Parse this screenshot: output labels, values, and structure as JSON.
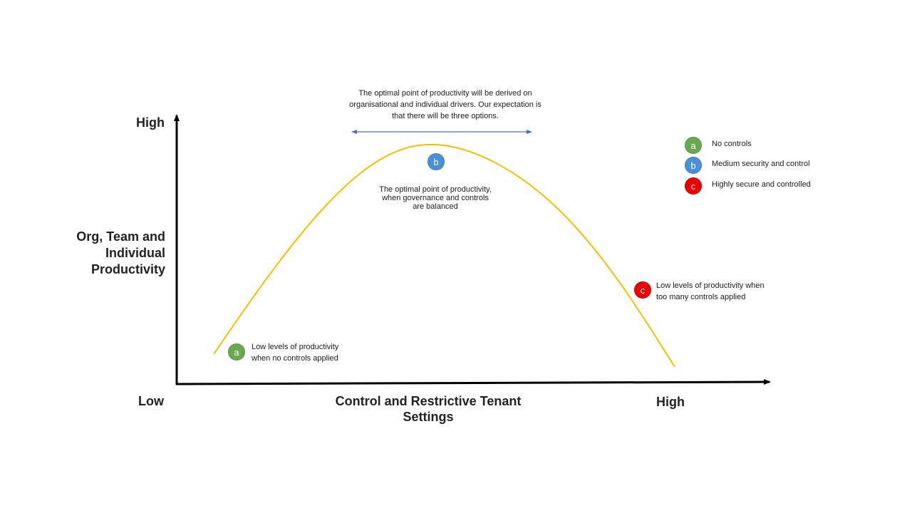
{
  "y_axis": {
    "high": "High",
    "label_lines": [
      "Org, Team and",
      "Individual",
      "Productivity"
    ]
  },
  "x_axis": {
    "low": "Low",
    "high": "High",
    "label_lines": [
      "Control and Restrictive Tenant",
      "Settings"
    ]
  },
  "top_note": {
    "lines": [
      "The optimal point of productivity will be derived on",
      "organisational and individual drivers. Our expectation is",
      "that there will be three options."
    ]
  },
  "points": {
    "a": {
      "letter": "a",
      "lines": [
        "Low levels of productivity",
        "when no controls applied"
      ]
    },
    "b": {
      "letter": "b",
      "lines": [
        "The optimal point of productivity,",
        "when governance and controls",
        "are balanced"
      ]
    },
    "c": {
      "letter": "c",
      "lines": [
        "Low levels of productivity when",
        "too many controls applied"
      ]
    }
  },
  "legend": [
    {
      "letter": "a",
      "label": "No controls",
      "color": "#6aa84f"
    },
    {
      "letter": "b",
      "label": "Medium security and control",
      "color": "#4a90d9"
    },
    {
      "letter": "c",
      "label": "Highly secure and controlled",
      "color": "#ee0000"
    }
  ],
  "colors": {
    "curve": "#f5c000",
    "arrow": "#4472c4",
    "axis": "#000000"
  }
}
